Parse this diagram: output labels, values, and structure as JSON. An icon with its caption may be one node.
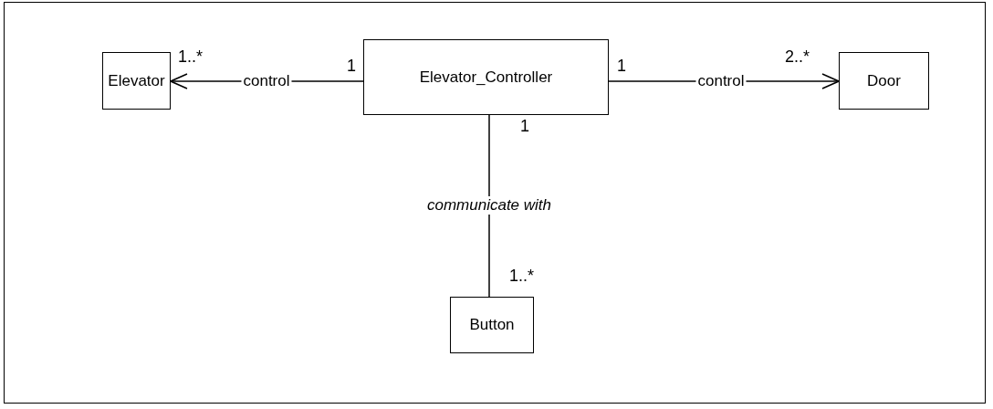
{
  "diagram": {
    "nodes": [
      {
        "text": [
          "Elevator"
        ]
      },
      {
        "text": [
          "Elevator_Controller"
        ]
      },
      {
        "text": [
          "Door"
        ]
      },
      {
        "text": [
          "Button"
        ]
      }
    ],
    "edges": [
      {
        "from": 1,
        "to": 0,
        "arrow": "to",
        "label": "control"
      },
      {
        "from": 1,
        "to": 2,
        "arrow": "to",
        "label": "control"
      },
      {
        "from": 1,
        "to": 3,
        "arrow": "none",
        "label": "communicate with"
      }
    ],
    "labels": [
      "1..*",
      "1",
      "1",
      "2..*",
      "1",
      "1..*"
    ]
  }
}
